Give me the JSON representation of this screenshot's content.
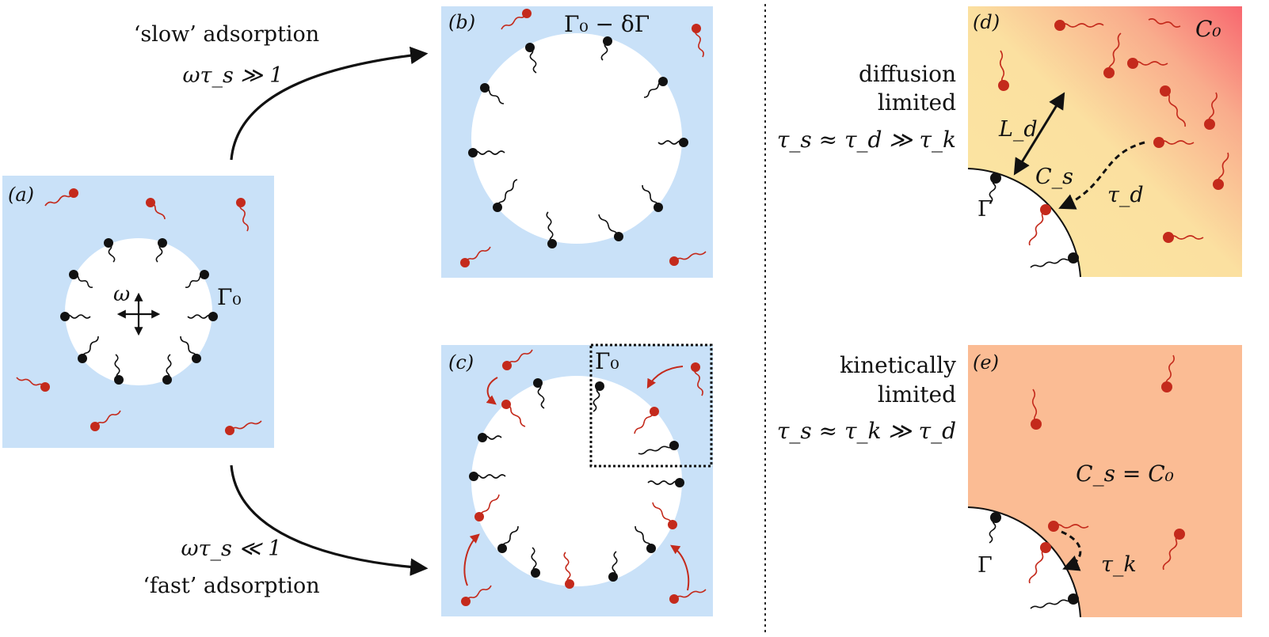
{
  "panels": {
    "a": {
      "tag": "(a)",
      "omega": "ω",
      "gamma": "Γ₀"
    },
    "b": {
      "tag": "(b)",
      "gamma": "Γ₀ − δΓ"
    },
    "c": {
      "tag": "(c)",
      "gamma": "Γ₀"
    },
    "d": {
      "tag": "(d)",
      "c0": "C₀",
      "ld": "L_d",
      "cs": "C_s",
      "gamma": "Γ",
      "tau": "τ_d"
    },
    "e": {
      "tag": "(e)",
      "eq": "C_s = C₀",
      "gamma": "Γ",
      "tau": "τ_k"
    }
  },
  "arrows": {
    "slow_title": "‘slow’ adsorption",
    "slow_cond": "ωτ_s ≫ 1",
    "fast_cond": "ωτ_s ≪ 1",
    "fast_title": "‘fast’ adsorption"
  },
  "regimes": {
    "diffusion": {
      "line1": "diffusion",
      "line2": "limited",
      "line3": "τ_s ≈ τ_d ≫ τ_k"
    },
    "kinetic": {
      "line1": "kinetically",
      "line2": "limited",
      "line3": "τ_s ≈ τ_k ≫ τ_d"
    }
  },
  "colors": {
    "solvent_blue": "#c9e1f8",
    "surfactant_red": "#c42a1c",
    "surfactant_black": "#111111",
    "kinetic_orange": "#fbbc94",
    "gradient_yellow": "#fbe6a2",
    "gradient_red": "#f8767a"
  }
}
